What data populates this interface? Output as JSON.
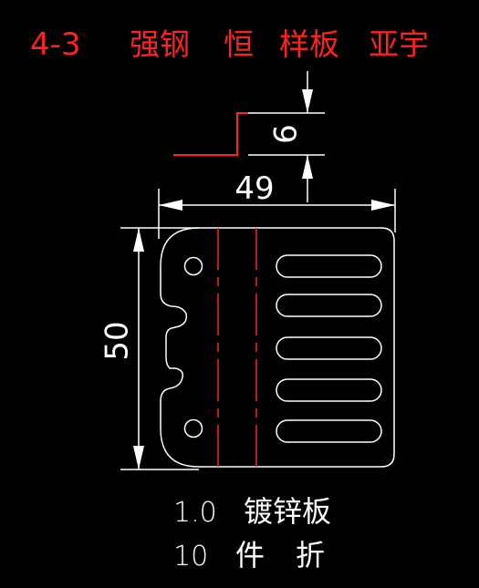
{
  "title": {
    "code": "4-3",
    "parts": [
      "强钢",
      "恒",
      "样板",
      "亚宇"
    ]
  },
  "dimensions": {
    "width": "49",
    "height": "50",
    "step": "6"
  },
  "notes": {
    "material_thickness": "1.0",
    "material": "镀锌板",
    "quantity": "10",
    "quantity_unit": "件",
    "operation": "折"
  },
  "colors": {
    "background": "#000000",
    "outline": "#ffffff",
    "title_text": "#ff2020",
    "fold_line": "#ff2020",
    "step_line": "#ff2020"
  }
}
